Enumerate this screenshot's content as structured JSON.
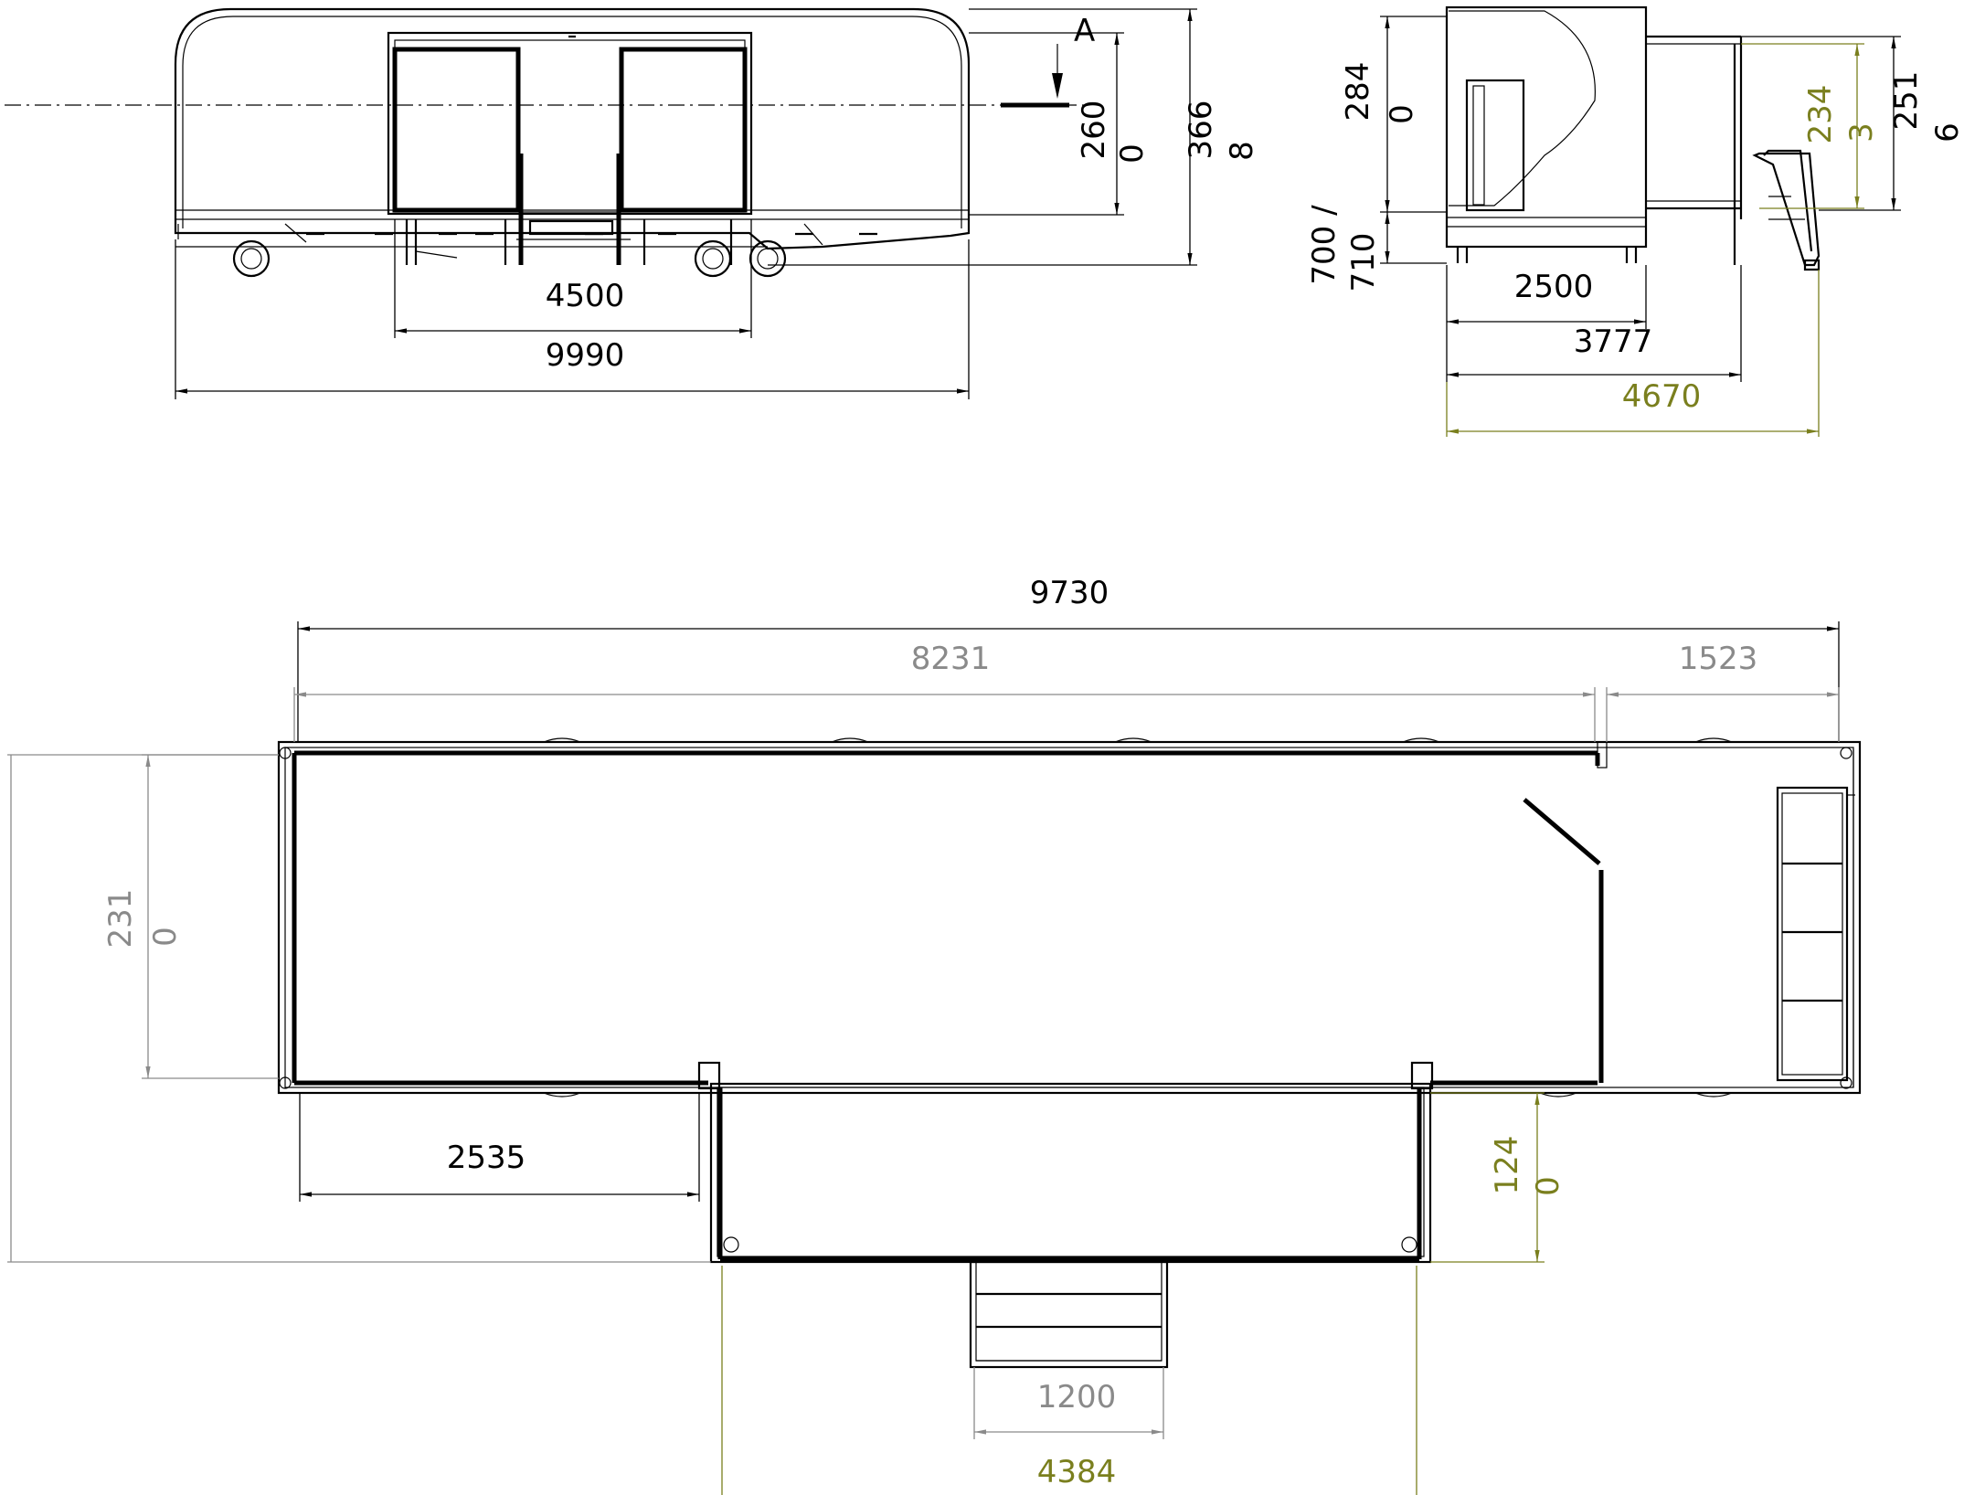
{
  "colors": {
    "primary_dim": "#000000",
    "secondary_dim": "#8a8a8a",
    "highlight_dim": "#7a7f1e"
  },
  "side_view": {
    "section_marker": "A",
    "dims": {
      "door_width": "4500",
      "overall_length": "9990",
      "window_height": "260",
      "window_height_b": "0",
      "overall_height": "366",
      "overall_height_b": "8"
    }
  },
  "end_view": {
    "dims": {
      "box_height": "284",
      "box_height_b": "0",
      "floor_height": "700 /",
      "floor_height_b": "710",
      "box_width": "2500",
      "with_extension": "3777",
      "total_width": "4670",
      "ext_height": "234",
      "ext_height_b": "3",
      "ext_height2": "251",
      "ext_height2_b": "6"
    }
  },
  "plan_view": {
    "dims": {
      "overall_length": "9730",
      "main_length": "8231",
      "rear_length": "1523",
      "body_width": "231",
      "body_width_b": "0",
      "offset": "2535",
      "extension_depth": "124",
      "extension_depth_b": "0",
      "stair_width": "1200",
      "extension_width": "4384"
    }
  }
}
